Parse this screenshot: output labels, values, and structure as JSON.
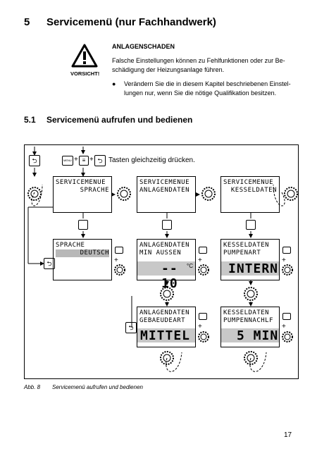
{
  "chapter": {
    "number": "5",
    "title": "Servicemenü (nur Fachhandwerk)"
  },
  "warning": {
    "icon_name": "warning-triangle-icon",
    "label": "VORSICHT!",
    "heading": "ANLAGENSCHADEN",
    "text_line1": "Falsche Einstellungen können zu Fehlfunktionen oder zur Be-",
    "text_line2": "schädigung der Heizungsanlage führen.",
    "bullet_line1": "Verändern Sie die in diesem Kapitel beschriebenen Einstel-",
    "bullet_line2": "lungen nur, wenn Sie die nötige Qualifikation besitzen."
  },
  "section": {
    "number": "5.1",
    "title": "Servicemenü aufrufen und bedienen"
  },
  "diagram": {
    "instruction": "Tasten gleichzeitig drücken.",
    "key_menu": "MENU",
    "key_info": "INFO",
    "plus": "+",
    "row1": [
      {
        "line1": "SERVICEMENUE",
        "line2": "SPRACHE"
      },
      {
        "line1": "SERVICEMENUE",
        "line2": "ANLAGENDATEN"
      },
      {
        "line1": "SERVICEMENUE",
        "line2": "KESSELDATEN"
      }
    ],
    "row2": [
      {
        "line1": "SPRACHE",
        "line2": "DEUTSCH"
      },
      {
        "line1": "ANLAGENDATEN",
        "line2": "MIN AUSSEN",
        "big": "-- 10",
        "unit": "°C"
      },
      {
        "line1": "KESSELDATEN",
        "line2": "PUMPENART",
        "big": "INTERN"
      }
    ],
    "row3": [
      {
        "line1": "ANLAGENDATEN",
        "line2": "GEBAEUDEART",
        "big": "MITTEL"
      },
      {
        "line1": "KESSELDATEN",
        "line2": "PUMPENNACHLF",
        "big": "5 MIN"
      }
    ]
  },
  "figure": {
    "label": "Abb. 8",
    "caption": "Servicemenü aufrufen und bedienen"
  },
  "page_number": "17"
}
